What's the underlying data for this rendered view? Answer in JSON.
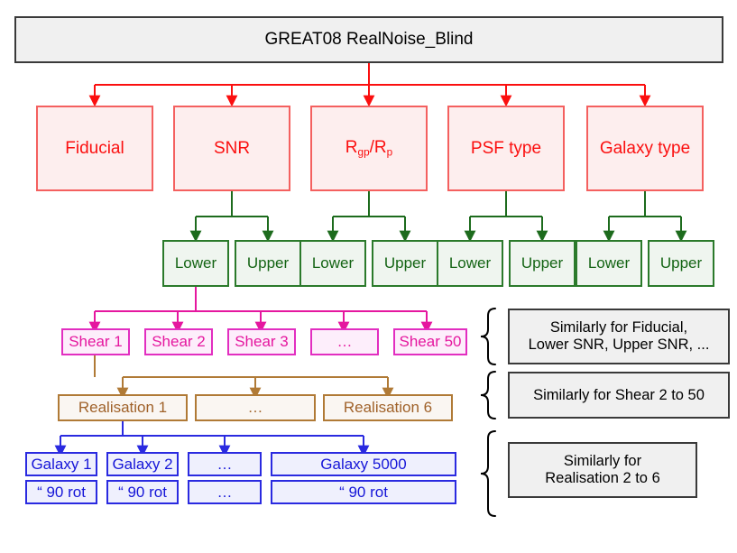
{
  "title": "GREAT08 RealNoise_Blind",
  "root": {
    "label": "GREAT08 RealNoise_Blind"
  },
  "branches": [
    {
      "label": "Fiducial"
    },
    {
      "label": "SNR"
    },
    {
      "label": "Rgp/Rp",
      "base1": "R",
      "sub1": "gp",
      "sep": "/",
      "base2": "R",
      "sub2": "p"
    },
    {
      "label": "PSF type"
    },
    {
      "label": "Galaxy type"
    }
  ],
  "levels": {
    "lower": "Lower",
    "upper": "Upper"
  },
  "limit_pairs": [
    {
      "lower": "Lower",
      "upper": "Upper"
    },
    {
      "lower": "Lower",
      "upper": "Upper"
    },
    {
      "lower": "Lower",
      "upper": "Upper"
    },
    {
      "lower": "Lower",
      "upper": "Upper"
    }
  ],
  "shears": [
    {
      "label": "Shear 1"
    },
    {
      "label": "Shear 2"
    },
    {
      "label": "Shear 3"
    },
    {
      "label": "…"
    },
    {
      "label": "Shear 50"
    }
  ],
  "realisations": [
    {
      "label": "Realisation 1"
    },
    {
      "label": "…"
    },
    {
      "label": "Realisation 6"
    }
  ],
  "galaxies": [
    {
      "label": "Galaxy 1",
      "rot": "“ 90  rot"
    },
    {
      "label": "Galaxy 2",
      "rot": "“ 90  rot"
    },
    {
      "label": "…",
      "rot": "…"
    },
    {
      "label": "Galaxy 5000",
      "rot": "“ 90  rot"
    }
  ],
  "annotations": [
    {
      "line1": "Similarly for Fiducial,",
      "line2": "Lower SNR, Upper SNR, ..."
    },
    {
      "line1": "Similarly for Shear 2 to 50",
      "line2": ""
    },
    {
      "line1": "Similarly for",
      "line2": "Realisation 2 to 6"
    }
  ],
  "colors": {
    "root": "#3a3a3a",
    "level1": "#fb0f0f",
    "level2": "#146414",
    "level3": "#e5179f",
    "level4": "#a0622a",
    "level5": "#1616d8"
  }
}
